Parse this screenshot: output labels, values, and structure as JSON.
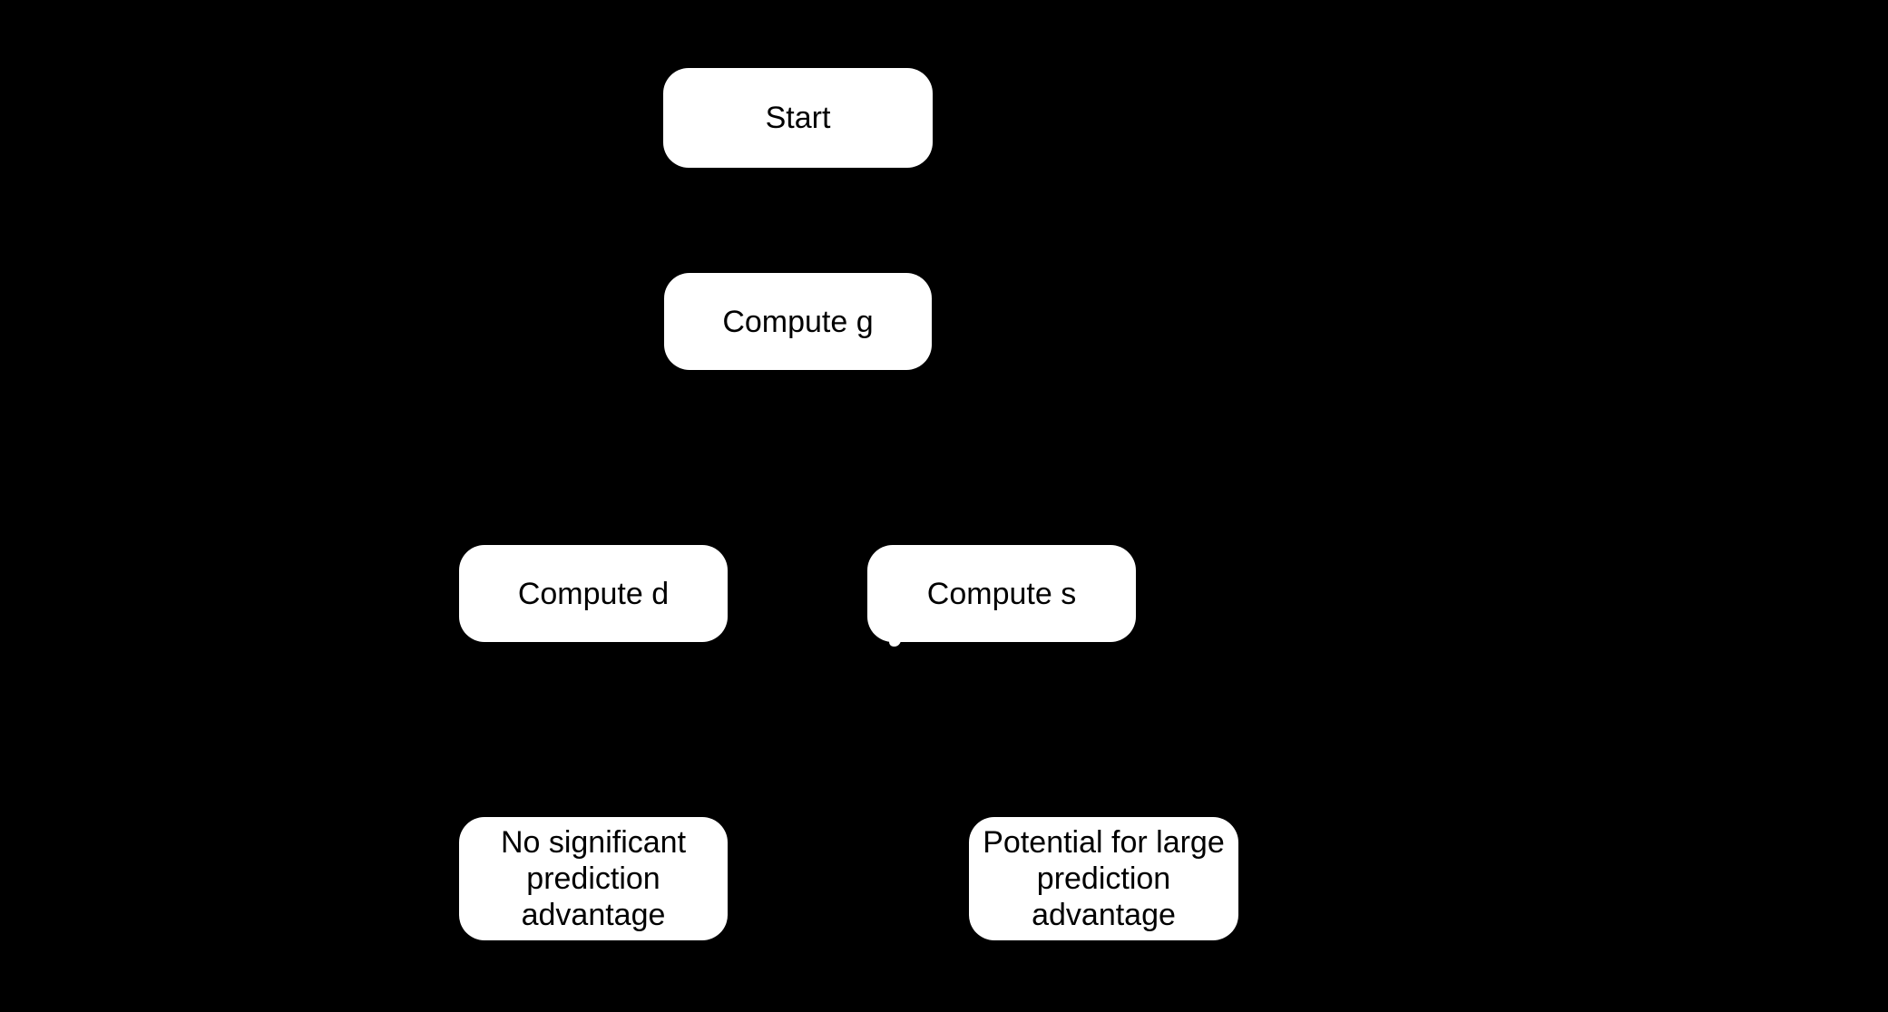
{
  "diagram": {
    "type": "flowchart",
    "background_color": "#000000",
    "node_fill_color": "#ffffff",
    "node_text_color": "#000000",
    "nodes": [
      {
        "id": "start",
        "label": "Start"
      },
      {
        "id": "compute-g",
        "label": "Compute g"
      },
      {
        "id": "compute-d",
        "label": "Compute d"
      },
      {
        "id": "compute-s",
        "label": "Compute s"
      },
      {
        "id": "no-advantage",
        "label": "No significant prediction advantage",
        "lines": [
          "No significant",
          "prediction",
          "advantage"
        ]
      },
      {
        "id": "potential-advantage",
        "label": "Potential for large prediction advantage",
        "lines": [
          "Potential for large",
          "prediction",
          "advantage"
        ]
      }
    ],
    "edges_note": "connector arrows are drawn in black and are not visible against the black background"
  }
}
